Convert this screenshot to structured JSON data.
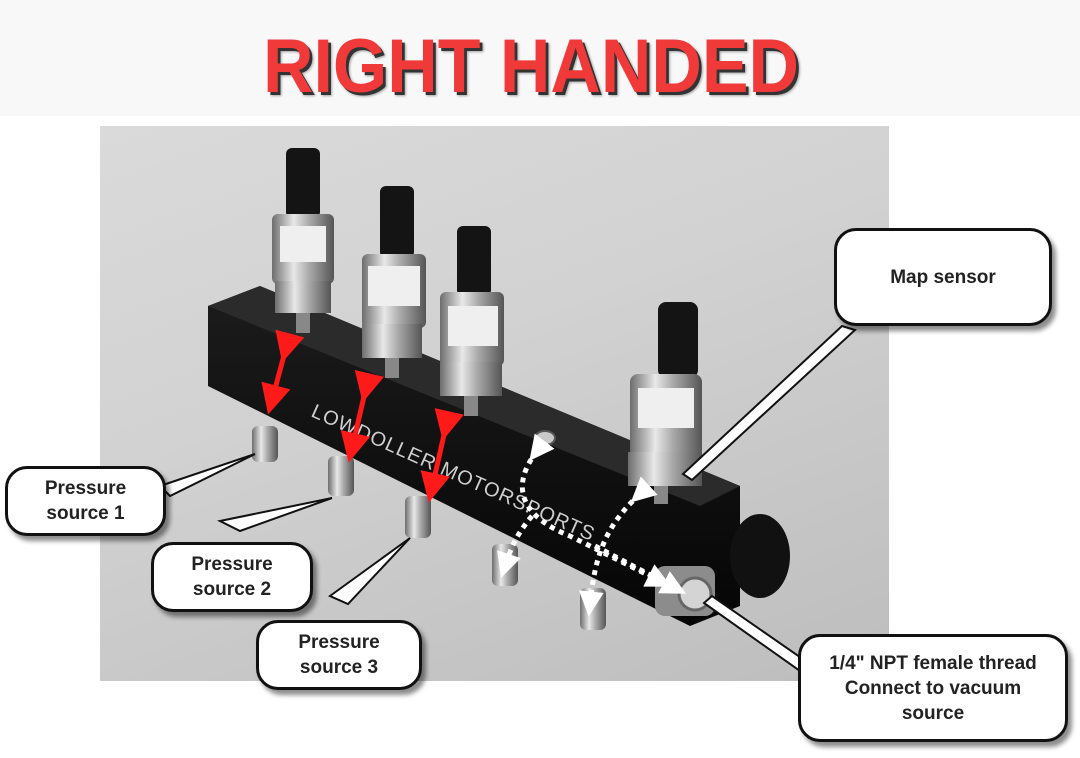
{
  "header": {
    "title": "RIGHT HANDED",
    "title_color": "#f03a3a",
    "band_color": "#f8f8f8"
  },
  "photo": {
    "brand_text": "LOWDOLLER MOTORSPORTS",
    "subject": "pressure manifold with four pressure transducers",
    "sensor_count": 4,
    "port_count": 5,
    "arrows": {
      "solid_red": 3,
      "dotted_white": 4,
      "red_color": "#ff1a1a"
    }
  },
  "callouts": {
    "map_sensor": "Map sensor",
    "pressure_source_1": {
      "line1": "Pressure",
      "line2": "source 1"
    },
    "pressure_source_2": {
      "line1": "Pressure",
      "line2": "source 2"
    },
    "pressure_source_3": {
      "line1": "Pressure",
      "line2": "source 3"
    },
    "vacuum": {
      "line1": "1/4\" NPT female thread",
      "line2": "Connect to vacuum",
      "line3": "source"
    }
  }
}
